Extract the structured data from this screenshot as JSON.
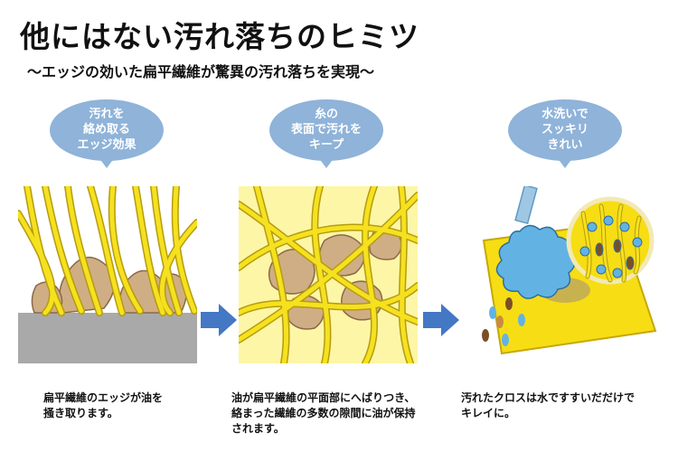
{
  "title": "他にはない汚れ落ちのヒミツ",
  "subtitle": "〜エッジの効いた扁平繊維が驚異の汚れ落ちを実現〜",
  "steps": [
    {
      "bubble_lines": [
        "汚れを",
        "絡め取る",
        "エッジ効果"
      ],
      "caption_lines": [
        "扁平繊維のエッジが油を",
        "掻き取ります。"
      ]
    },
    {
      "bubble_lines": [
        "糸の",
        "表面で汚れを",
        "キープ"
      ],
      "caption_lines": [
        "油が扁平繊維の平面部にへばりつき、",
        "絡まった繊維の多数の隙間に油が保持",
        "されます。"
      ]
    },
    {
      "bubble_lines": [
        "水洗いで",
        "スッキリ",
        "きれい"
      ],
      "caption_lines": [
        "汚れたクロスは水ですすいだだけで",
        "キレイに。"
      ]
    }
  ],
  "colors": {
    "bubble": "#8fb3d9",
    "arrow": "#4477c4",
    "fiber": "#f6e11f",
    "fiber_outline": "#b49c10",
    "panel_bg": "#fdf6a6",
    "dirt": "#cfae86",
    "dirt_outline": "#8a6a45",
    "surface": "#a9a9a9",
    "cloth": "#f7dd13",
    "water": "#62b3e4",
    "dirt_dark": "#7b4f26"
  },
  "icons": [
    "speech-bubble",
    "right-arrow",
    "water-splash-icon",
    "magnify-circle-icon"
  ]
}
